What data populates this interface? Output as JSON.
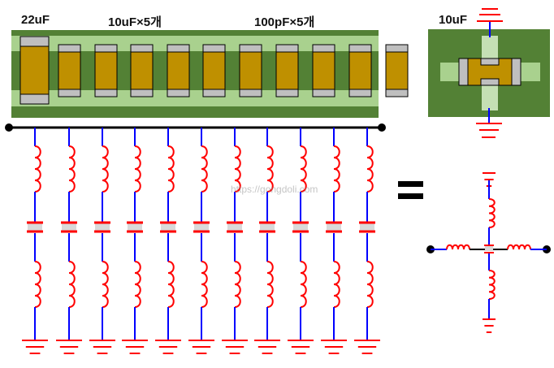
{
  "labels": {
    "cap_22uf": "22uF",
    "cap_10uf_x5": "10uF×5개",
    "cap_100pf_x5": "100pF×5개",
    "cap_10uf_3terminal": "10uF",
    "equals_sign": "=",
    "watermark": "https://gongdoli.com"
  },
  "colors": {
    "pcb_dark": "#538135",
    "pcb_light": "#a9d18e",
    "pad_pale": "#c5e0b4",
    "cap_body": "#bf9000",
    "cap_terminal": "#bfbfbf",
    "wire": "#0000ff",
    "component": "#ff0000",
    "bus": "#000000"
  },
  "strip": {
    "capacitors": [
      {
        "name": "22uF",
        "size": "large"
      },
      {
        "name": "10uF",
        "size": "small"
      },
      {
        "name": "10uF",
        "size": "small"
      },
      {
        "name": "10uF",
        "size": "small"
      },
      {
        "name": "10uF",
        "size": "small"
      },
      {
        "name": "10uF",
        "size": "small"
      },
      {
        "name": "100pF",
        "size": "small"
      },
      {
        "name": "100pF",
        "size": "small"
      },
      {
        "name": "100pF",
        "size": "small"
      },
      {
        "name": "100pF",
        "size": "small"
      },
      {
        "name": "100pF",
        "size": "small"
      }
    ]
  },
  "circuit": {
    "branch_count": 11,
    "branch_elements": [
      "inductor",
      "capacitor",
      "inductor",
      "ground"
    ]
  },
  "equivalent": {
    "elements": [
      "terminal",
      "inductor",
      "capacitor",
      "inductor",
      "terminal"
    ],
    "vertical": [
      "ground",
      "inductor",
      "capacitor",
      "inductor",
      "ground"
    ]
  }
}
